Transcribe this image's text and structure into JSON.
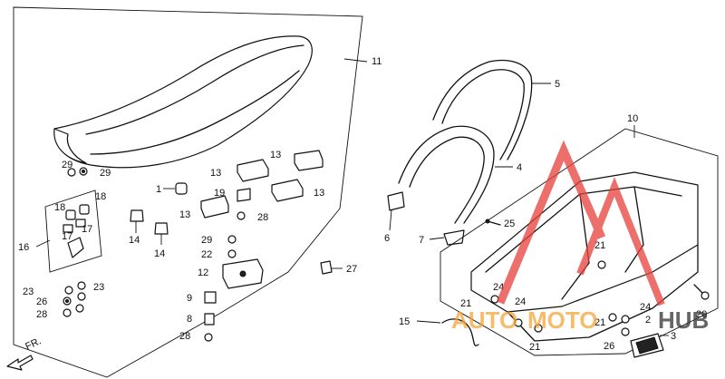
{
  "diagram": {
    "labels": {
      "p1": "1",
      "p2": "2",
      "p3": "3",
      "p4": "4",
      "p5": "5",
      "p6": "6",
      "p7": "7",
      "p8": "8",
      "p9": "9",
      "p10": "10",
      "p11": "11",
      "p12": "12",
      "p13a": "13",
      "p13b": "13",
      "p13c": "13",
      "p13d": "13",
      "p14a": "14",
      "p14b": "14",
      "p15": "15",
      "p16": "16",
      "p17a": "17",
      "p17b": "17",
      "p18a": "18",
      "p18b": "18",
      "p19": "19",
      "p20": "20",
      "p21a": "21",
      "p21b": "21",
      "p21c": "21",
      "p21d": "21",
      "p22": "22",
      "p23a": "23",
      "p23b": "23",
      "p24a": "24",
      "p24b": "24",
      "p24c": "24",
      "p25": "25",
      "p26a": "26",
      "p26b": "26",
      "p27": "27",
      "p28a": "28",
      "p28b": "28",
      "p28c": "28",
      "p29a": "29",
      "p29b": "29",
      "p29c": "29"
    },
    "front_arrow": "FR."
  },
  "watermark": {
    "text_a": "AUTO",
    "text_b": "MOTO",
    "text_c": "HUB",
    "color_primary": "#e8403a",
    "color_secondary": "#f4a63a"
  }
}
